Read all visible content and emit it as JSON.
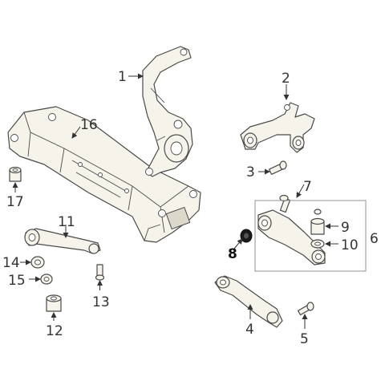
{
  "callouts": {
    "c1": "1",
    "c2": "2",
    "c3": "3",
    "c4": "4",
    "c5": "5",
    "c6": "6",
    "c7": "7",
    "c8": "8",
    "c9": "9",
    "c10": "10",
    "c11": "11",
    "c12": "12",
    "c13": "13",
    "c14": "14",
    "c15": "15",
    "c16": "16",
    "c17": "17"
  },
  "colors": {
    "part_fill": "#f6f3ea",
    "outline": "#4a4a4a",
    "highlight": "#111111",
    "highlight_fill": "#1a1a1a"
  }
}
